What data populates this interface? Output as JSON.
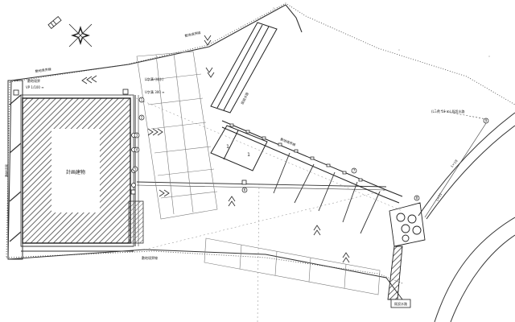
{
  "labels": {
    "building": "計画建物",
    "site_tl": "敷地境界",
    "site_top": "敷地境界線",
    "site_mid": "敷地境界線",
    "site_left": "敷地境界",
    "site_bottom": "敷地境界線",
    "site_right": "敷地境界線",
    "vp_left": "VP 1/100 ≡",
    "u_ditch": "U字溝 (排水)",
    "ditch_spec": "U字溝 300 ≡",
    "existing_mark": "既設水路",
    "right_note": "(L=約 18 m) 既設水路",
    "right_text_a": "L=18",
    "right_text_b": "L=21",
    "bottom_box": "既設水路",
    "circle_1": "1",
    "circle_2": "2",
    "circle_3": "3",
    "circle_4": "4",
    "circle_5": "5",
    "circle_6": "6",
    "circle_7": "7",
    "circle_8": "8",
    "circle_9": "9",
    "lot_1a": "1",
    "lot_1b": "1"
  },
  "icons": {
    "compass": "compass-rose-icon",
    "north_marker": "north-arrow-icon"
  },
  "colors": {
    "line": "#333333",
    "hatch": "#444444",
    "paper": "#ffffff"
  }
}
